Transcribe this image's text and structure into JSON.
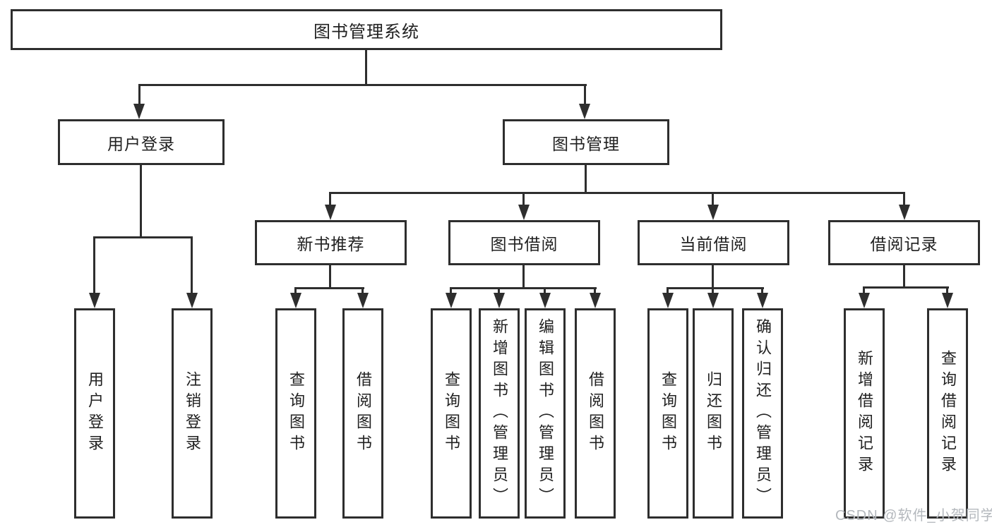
{
  "nodes": {
    "root": "图书管理系统",
    "user_login": "用户登录",
    "book_mgmt": "图书管理",
    "new_book_rec": "新书推荐",
    "book_borrow": "图书借阅",
    "current_borrow": "当前借阅",
    "borrow_record": "借阅记录",
    "leaf_user_login": "用户登录",
    "leaf_logout": "注销登录",
    "leaf_query_book_rec": "查询图书",
    "leaf_borrow_book_rec": "借阅图书",
    "leaf_query_book_borrow": "查询图书",
    "leaf_add_book_admin": "新增图书（管理员）",
    "leaf_edit_book_admin": "编辑图书（管理员）",
    "leaf_borrow_book_borrow": "借阅图书",
    "leaf_query_book_current": "查询图书",
    "leaf_return_book": "归还图书",
    "leaf_confirm_return_admin": "确认归还（管理员）",
    "leaf_add_borrow_record": "新增借阅记录",
    "leaf_query_borrow_record": "查询借阅记录"
  },
  "watermark": "CSDN @软件_小贺同学",
  "colors": {
    "line": "#2e2e2e",
    "text": "#212121",
    "watermark": "#b4b8bd",
    "background": "#ffffff"
  }
}
